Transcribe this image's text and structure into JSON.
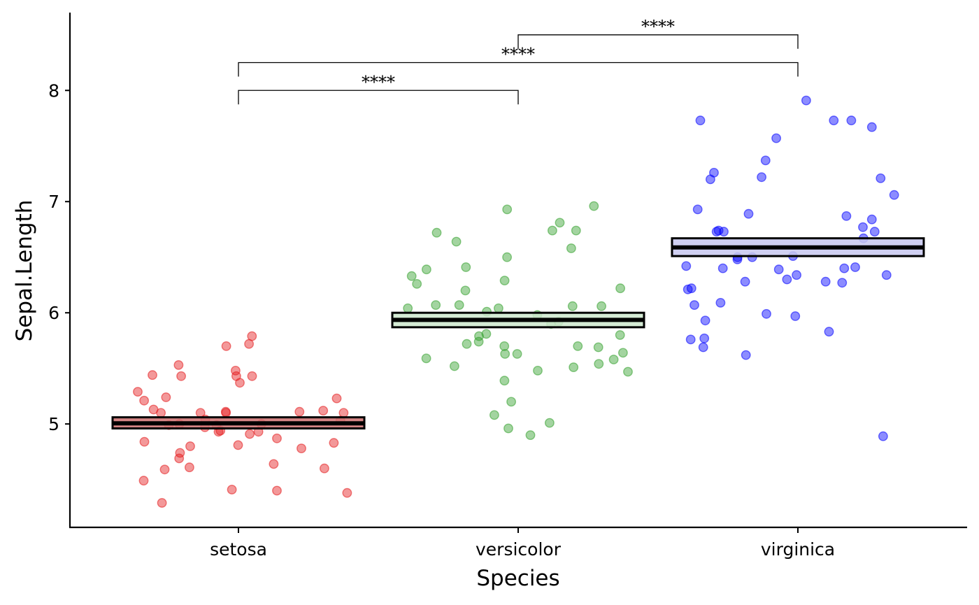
{
  "chart_data": {
    "type": "scatter",
    "title": "",
    "xlabel": "Species",
    "ylabel": "Sepal.Length",
    "categories": [
      "setosa",
      "versicolor",
      "virginica"
    ],
    "ylim": [
      4.07,
      8.7
    ],
    "yticks": [
      5,
      6,
      7,
      8
    ],
    "grid": false,
    "legend": "none",
    "series": [
      {
        "category": "setosa",
        "color": "#e41a1c",
        "box_fill": "#cd6f6f",
        "mean": 5.006,
        "mean_ci": [
          4.96,
          5.06
        ],
        "values": [
          5.43,
          5.43,
          5.44,
          5.43,
          5.11,
          5.37,
          5.21,
          5.12,
          4.93,
          4.93,
          4.8,
          4.78,
          4.64,
          4.49,
          4.81,
          4.69,
          4.4,
          4.29,
          5.79,
          5.48,
          5.24,
          5.29,
          5.23,
          5.1,
          5.13,
          5.1,
          5.03,
          4.99,
          4.94,
          4.91,
          4.87,
          4.61,
          4.59,
          4.38,
          5.7,
          5.53,
          5.72,
          5.1,
          5.1,
          5.11,
          5.04,
          4.97,
          4.84,
          4.83,
          4.74,
          4.6,
          4.41,
          5.0,
          5.0,
          4.99
        ]
      },
      {
        "category": "versicolor",
        "color": "#33a02c",
        "box_fill": "#cde8cd",
        "mean": 5.936,
        "mean_ci": [
          5.87,
          6.0
        ],
        "values": [
          6.74,
          6.74,
          6.72,
          6.64,
          6.5,
          6.39,
          6.26,
          6.04,
          5.92,
          5.9,
          5.8,
          5.79,
          5.7,
          5.63,
          5.39,
          6.96,
          6.93,
          6.29,
          6.2,
          6.07,
          6.06,
          6.07,
          5.72,
          5.7,
          5.69,
          5.64,
          5.58,
          5.54,
          5.51,
          5.01,
          4.9,
          6.33,
          5.74,
          5.81,
          5.52,
          5.08,
          6.81,
          6.58,
          6.41,
          6.22,
          6.04,
          6.01,
          5.98,
          5.63,
          5.59,
          5.47,
          4.96,
          6.06,
          5.48,
          5.2
        ]
      },
      {
        "category": "virginica",
        "color": "#0000ff",
        "box_fill": "#c8c8f0",
        "mean": 6.588,
        "mean_ci": [
          6.51,
          6.67
        ],
        "values": [
          7.26,
          6.67,
          6.34,
          6.28,
          6.22,
          6.09,
          6.4,
          6.27,
          7.73,
          7.21,
          6.48,
          6.84,
          6.73,
          6.07,
          5.77,
          5.76,
          7.91,
          7.67,
          6.73,
          6.74,
          6.34,
          6.93,
          6.89,
          5.97,
          7.73,
          7.37,
          6.5,
          6.5,
          6.77,
          6.73,
          6.4,
          6.42,
          6.28,
          5.93,
          7.57,
          7.2,
          6.51,
          6.39,
          6.21,
          6.41,
          6.3,
          7.73,
          7.22,
          7.06,
          6.87,
          5.83,
          5.62,
          5.99,
          5.69,
          4.89
        ]
      }
    ],
    "comparisons": [
      {
        "group1": "setosa",
        "group2": "versicolor",
        "label": "****",
        "y": 8.0
      },
      {
        "group1": "setosa",
        "group2": "virginica",
        "label": "****",
        "y": 8.25
      },
      {
        "group1": "versicolor",
        "group2": "virginica",
        "label": "****",
        "y": 8.5
      }
    ]
  }
}
